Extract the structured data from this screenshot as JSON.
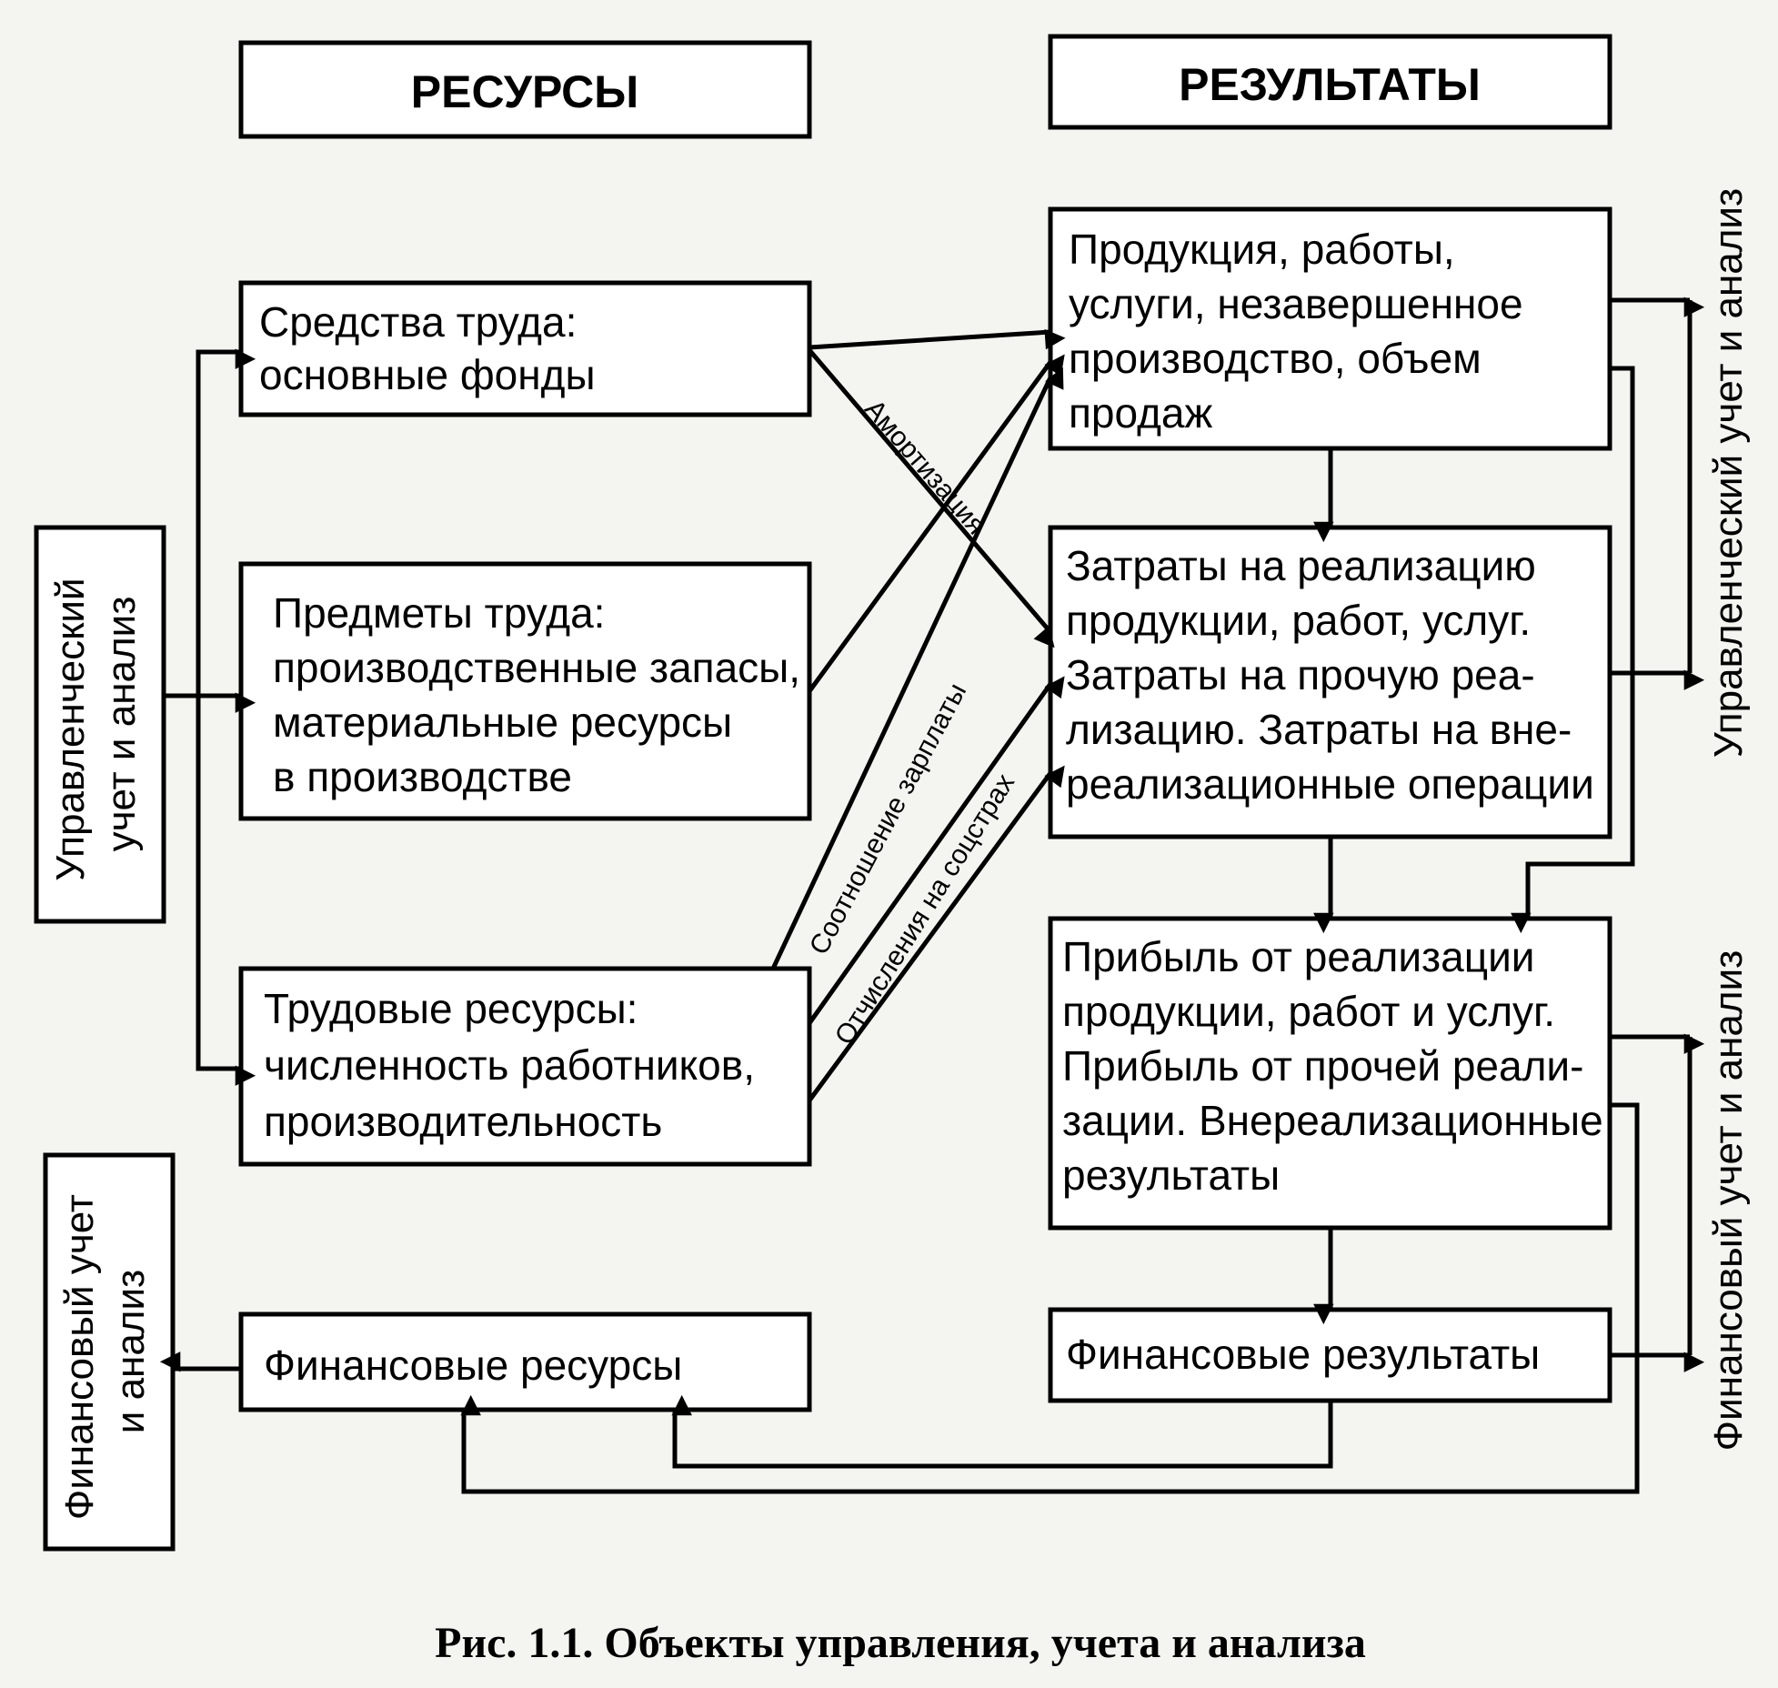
{
  "headers": {
    "resources": "РЕСУРСЫ",
    "results": "РЕЗУЛЬТАТЫ"
  },
  "resources": {
    "means_of_labor": [
      "Средства труда:",
      "основные фонды"
    ],
    "objects_of_labor": [
      "Предметы труда:",
      "производственные запасы,",
      "материальные ресурсы",
      "в производстве"
    ],
    "labor_resources": [
      "Трудовые ресурсы:",
      "численность работников,",
      "производительность"
    ],
    "financial_resources": [
      "Финансовые ресурсы"
    ]
  },
  "results": {
    "products": [
      "Продукция, работы,",
      "услуги, незавершенное",
      "производство, объем",
      "продаж"
    ],
    "costs": [
      "Затраты на реализацию",
      "продукции, работ, услуг.",
      "Затраты на прочую реа-",
      "лизацию. Затраты на вне-",
      "реализационные операции"
    ],
    "profit": [
      "Прибыль от реализации",
      "продукции, работ и услуг.",
      "Прибыль от прочей реали-",
      "зации. Внереализационные",
      "результаты"
    ],
    "financial_results": [
      "Финансовые результаты"
    ]
  },
  "side_labels": {
    "left_management": [
      "Управленческий",
      "учет и анализ"
    ],
    "left_financial": [
      "Финансовый учет",
      "и анализ"
    ],
    "right_management": "Управленческий учет и анализ",
    "right_financial": "Финансовый учет и анализ"
  },
  "link_labels": {
    "depreciation": "Амортизация",
    "wage_ratio": "Соотношение зарплаты",
    "social_contributions": "Отчисления на соцстрах"
  },
  "caption": "Рис. 1.1. Объекты управления, учета и анализа"
}
